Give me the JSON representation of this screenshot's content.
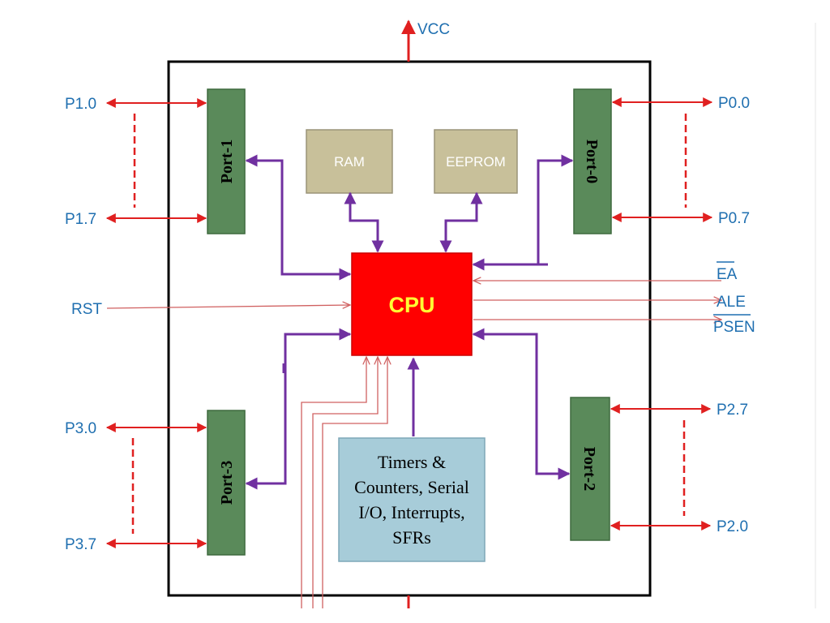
{
  "power": {
    "vcc": "VCC"
  },
  "cpu": {
    "label": "CPU"
  },
  "memory": {
    "ram": "RAM",
    "eeprom": "EEPROM"
  },
  "ports": {
    "port1": "Port-1",
    "port0": "Port-0",
    "port3": "Port-3",
    "port2": "Port-2"
  },
  "pins": {
    "p1_0": "P1.0",
    "p1_7": "P1.7",
    "p0_0": "P0.0",
    "p0_7": "P0.7",
    "p3_0": "P3.0",
    "p3_7": "P3.7",
    "p2_7": "P2.7",
    "p2_0": "P2.0",
    "rst": "RST"
  },
  "control_signals": {
    "ea": "EA",
    "ale": "ALE",
    "psen": "PSEN"
  },
  "peripherals": {
    "lines": [
      "Timers &",
      "Counters, Serial",
      "I/O, Interrupts,",
      "SFRs"
    ]
  },
  "colors": {
    "chip_border": "#000000",
    "cpu_fill": "#ff0000",
    "cpu_text": "#ffff33",
    "memory_fill": "#c8c09a",
    "port_fill": "#5a8a5a",
    "peripheral_fill": "#a7ccd9",
    "bus_arrow": "#7030a0",
    "pin_arrow": "#e02020",
    "thin_line": "#d06060",
    "label_text": "#1f6fb0"
  }
}
